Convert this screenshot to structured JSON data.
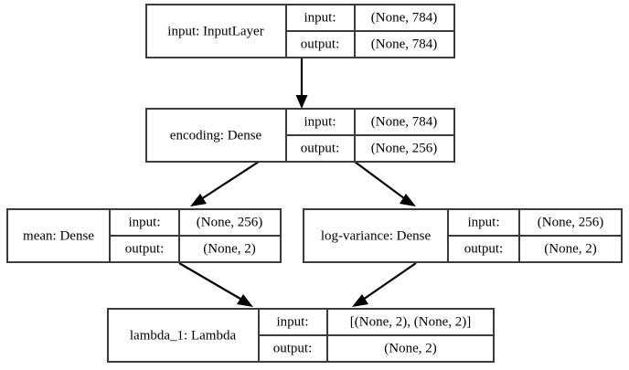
{
  "diagram": {
    "type": "keras-model-graph",
    "background_color": "#ffffff",
    "border_color": "#3b3b3b",
    "edge_color": "#000000",
    "text_color": "#000000",
    "io_keys": {
      "input": "input:",
      "output": "output:"
    },
    "nodes": [
      {
        "id": "input",
        "label": "input: InputLayer",
        "input_key": "input:",
        "input_shape": "(None, 784)",
        "output_key": "output:",
        "output_shape": "(None, 784)"
      },
      {
        "id": "encoding",
        "label": "encoding: Dense",
        "input_key": "input:",
        "input_shape": "(None, 784)",
        "output_key": "output:",
        "output_shape": "(None, 256)"
      },
      {
        "id": "mean",
        "label": "mean: Dense",
        "input_key": "input:",
        "input_shape": "(None, 256)",
        "output_key": "output:",
        "output_shape": "(None, 2)"
      },
      {
        "id": "log-variance",
        "label": "log-variance: Dense",
        "input_key": "input:",
        "input_shape": "(None, 256)",
        "output_key": "output:",
        "output_shape": "(None, 2)"
      },
      {
        "id": "lambda_1",
        "label": "lambda_1: Lambda",
        "input_key": "input:",
        "input_shape": "[(None, 2), (None, 2)]",
        "output_key": "output:",
        "output_shape": "(None, 2)"
      }
    ],
    "edges": [
      {
        "from": "input",
        "to": "encoding"
      },
      {
        "from": "encoding",
        "to": "mean"
      },
      {
        "from": "encoding",
        "to": "log-variance"
      },
      {
        "from": "mean",
        "to": "lambda_1"
      },
      {
        "from": "log-variance",
        "to": "lambda_1"
      }
    ]
  }
}
